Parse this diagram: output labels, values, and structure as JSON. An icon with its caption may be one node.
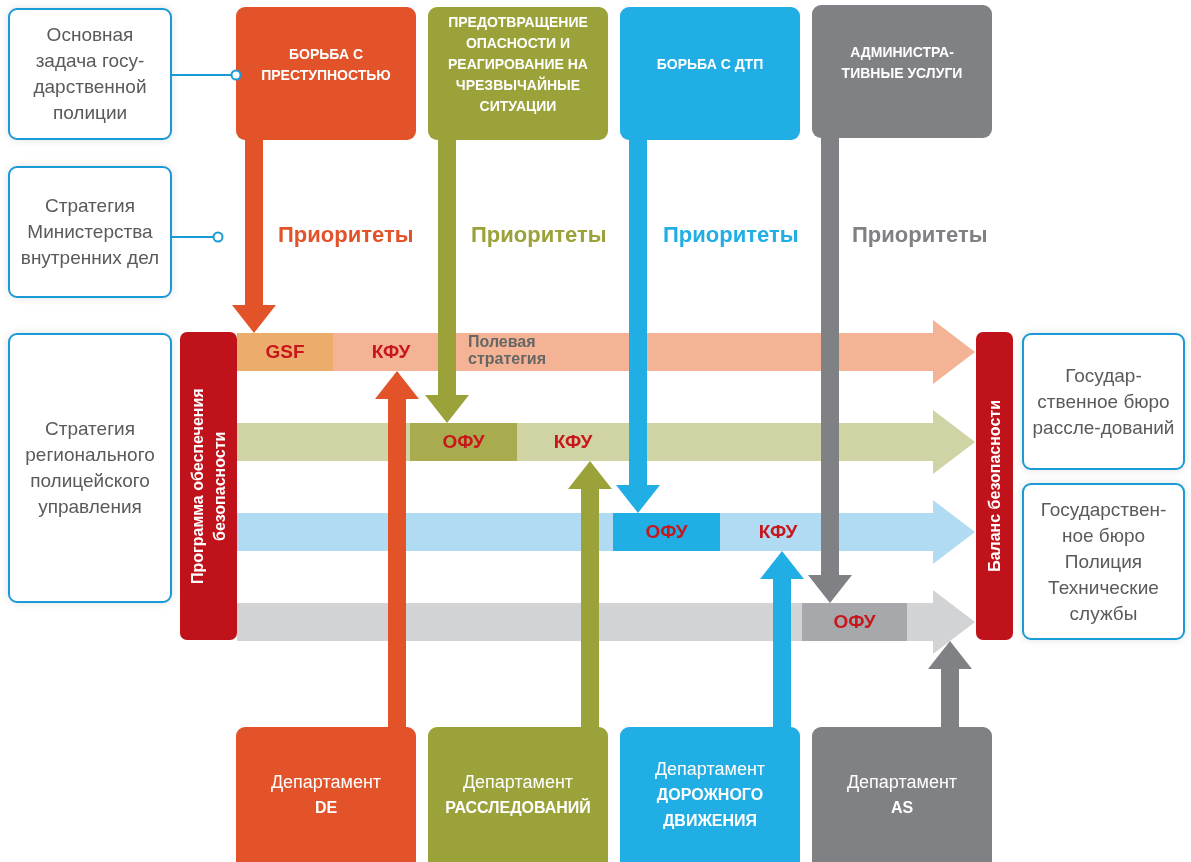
{
  "diagram": {
    "nodes": [
      {
        "text": [
          "Основная задача госу-дарственной полиции"
        ]
      },
      {
        "text": [
          "Стратегия Министерства внутренних дел"
        ]
      },
      {
        "text": [
          "Стратегия регионального полицейского управления"
        ]
      },
      {
        "text": [
          "БОРЬБА С ПРЕСТУПНОСТЬЮ"
        ]
      },
      {
        "text": [
          "ПРЕДОТВРАЩЕНИЕ ОПАСНОСТИ И РЕАГИРОВАНИЕ НА ЧРЕЗВЫЧАЙНЫЕ СИТУАЦИИ"
        ]
      },
      {
        "text": [
          "БОРЬБА С ДТП"
        ]
      },
      {
        "text": [
          "АДМИНИСТРА-ТИВНЫЕ УСЛУГИ"
        ]
      },
      {
        "text": [
          "Программа обеспечения безопасности"
        ]
      },
      {
        "text": [
          "Полевая стратегия"
        ]
      },
      {
        "text": [
          "GSF"
        ],
        "in": 8
      },
      {
        "text": [
          "КФУ"
        ],
        "in": 8
      },
      {
        "text": [],
        "shape": "arrow"
      },
      {
        "text": [
          "ОФУ"
        ],
        "in": 11
      },
      {
        "text": [
          "КФУ"
        ],
        "in": 11
      },
      {
        "text": [],
        "shape": "arrow"
      },
      {
        "text": [
          "ОФУ"
        ],
        "in": 14
      },
      {
        "text": [
          "КФУ"
        ],
        "in": 14
      },
      {
        "text": [],
        "shape": "arrow"
      },
      {
        "text": [
          "ОФУ"
        ],
        "in": 17
      },
      {
        "text": [
          "Баланс безопасности"
        ]
      },
      {
        "text": [
          "Государ-ственное бюро рассле-дований"
        ]
      },
      {
        "text": [
          "Государствен-ное бюро Полиция Технические службы"
        ]
      },
      {
        "text": [
          "Департамент",
          "DE"
        ]
      },
      {
        "text": [
          "Департамент",
          "РАССЛЕДОВАНИЙ"
        ]
      },
      {
        "text": [
          "Департамент",
          "ДОРОЖНОГО ДВИЖЕНИЯ"
        ]
      },
      {
        "text": [
          "Департамент",
          "AS"
        ]
      }
    ],
    "edges": [
      {
        "from": 0,
        "to": 3,
        "arrow": "other",
        "color": "#1a9ad6"
      },
      {
        "from": 1,
        "to": null,
        "arrow": "other",
        "color": "#1a9ad6"
      },
      {
        "from": 3,
        "to": 9,
        "arrow": "to",
        "label": "Приоритеты",
        "color": "#e2532a"
      },
      {
        "from": 4,
        "to": 12,
        "arrow": "to",
        "label": "Приоритеты",
        "color": "#9ba23a"
      },
      {
        "from": 5,
        "to": 15,
        "arrow": "to",
        "label": "Приоритеты",
        "color": "#21aee4"
      },
      {
        "from": 6,
        "to": 18,
        "arrow": "to",
        "label": "Приоритеты",
        "color": "#808185"
      },
      {
        "from": 22,
        "to": 10,
        "arrow": "to",
        "color": "#e2532a"
      },
      {
        "from": 23,
        "to": 13,
        "arrow": "to",
        "color": "#9ba23a"
      },
      {
        "from": 24,
        "to": 16,
        "arrow": "to",
        "color": "#21aee4"
      },
      {
        "from": 25,
        "to": 17,
        "arrow": "to",
        "color": "#808185"
      }
    ]
  }
}
